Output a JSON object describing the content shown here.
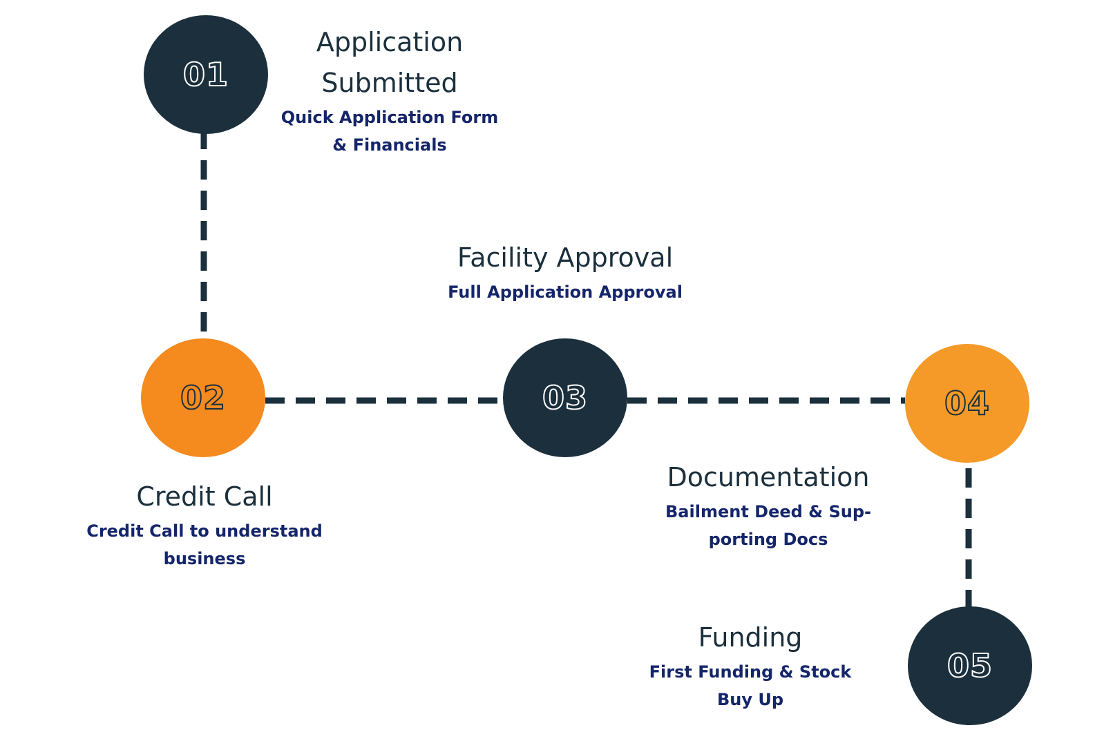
{
  "steps": [
    {
      "number": "01",
      "title": "Application Submitted",
      "subtitle": "Quick Application Form & Financials"
    },
    {
      "number": "02",
      "title": "Credit Call",
      "subtitle": "Credit Call to understand business"
    },
    {
      "number": "03",
      "title": "Facility Approval",
      "subtitle": "Full Application Approval"
    },
    {
      "number": "04",
      "title": "Documentation",
      "subtitle": "Bailment Deed & Sup-porting Docs"
    },
    {
      "number": "05",
      "title": "Funding",
      "subtitle": "First Funding & Stock Buy Up"
    }
  ],
  "colors": {
    "dark": "#1b2f3c",
    "orange": "#f58a1f",
    "orange_light": "#f59a28",
    "subtitle": "#14256a"
  }
}
